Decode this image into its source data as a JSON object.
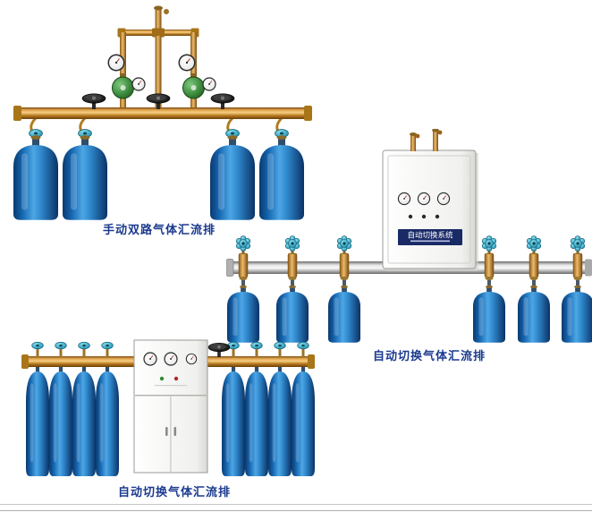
{
  "page": {
    "background_color": "#ffffff",
    "caption_color": "#1b3a8e"
  },
  "products": [
    {
      "caption": "手动双路气体汇流排",
      "cylinder_count": 4,
      "regulator_count": 2,
      "handwheel_count": 3,
      "colors": {
        "pipe_brass": "#c8862c",
        "cylinder_blue": "#1f79c4",
        "regulator_green": "#3c8a3c",
        "handwheel_black": "#141414",
        "valve_teal": "#2f9ab8"
      }
    },
    {
      "caption": "自动切换气体汇流排",
      "cylinder_count": 6,
      "cabinet": {
        "label": "自动切换系统",
        "gauge_count": 3
      },
      "colors": {
        "pipe_silver": "#c9c9c9",
        "cylinder_blue": "#1f79c4",
        "cabinet_white": "#f4f4f2",
        "nameplate_navy": "#1a2a66"
      }
    },
    {
      "caption": "自动切换气体汇流排",
      "cylinder_count": 8,
      "cabinet": {
        "gauge_count": 3
      },
      "colors": {
        "pipe_brass": "#c8862c",
        "cylinder_blue": "#1f79c4",
        "cabinet_white": "#f4f4f2"
      }
    }
  ]
}
